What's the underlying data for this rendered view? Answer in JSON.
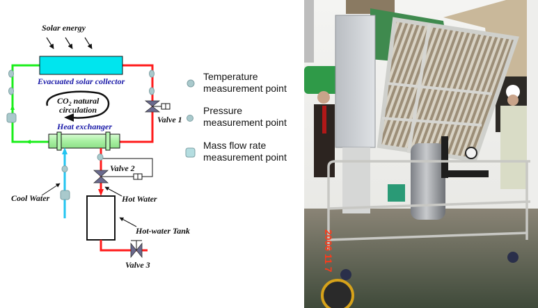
{
  "diagram": {
    "labels": {
      "solar_energy": "Solar energy",
      "collector": "Evacuated solar collector",
      "circulation_line1_prefix": "CO",
      "circulation_line1_sub": "2",
      "circulation_line1_suffix": " natural",
      "circulation_line2": "circulation",
      "heat_exchanger": "Heat exchanger",
      "valve1": "Valve 1",
      "valve2": "Valve 2",
      "valve3": "Valve 3",
      "cool_water": "Cool Water",
      "hot_water": "Hot Water",
      "tank": "Hot-water Tank"
    },
    "legend": [
      {
        "symbol": "temperature-point",
        "line1": "Temperature",
        "line2": "measurement point"
      },
      {
        "symbol": "pressure-point",
        "line1": "Pressure",
        "line2": "measurement point"
      },
      {
        "symbol": "mass-flow-point",
        "line1": "Mass flow rate",
        "line2": "measurement point"
      }
    ],
    "colors": {
      "hot_line": "#ff1a1a",
      "cold_line": "#1aee1a",
      "water_line": "#22c4f0",
      "collector": "#00e5ee",
      "heat_exchanger": "#b4f5b0",
      "sensor": "#a9c9cc",
      "valve": "#6a6a8e"
    }
  },
  "photo": {
    "description": "Photograph of CO2 solar water heating test rig",
    "date_stamp": "2006 11 7"
  }
}
